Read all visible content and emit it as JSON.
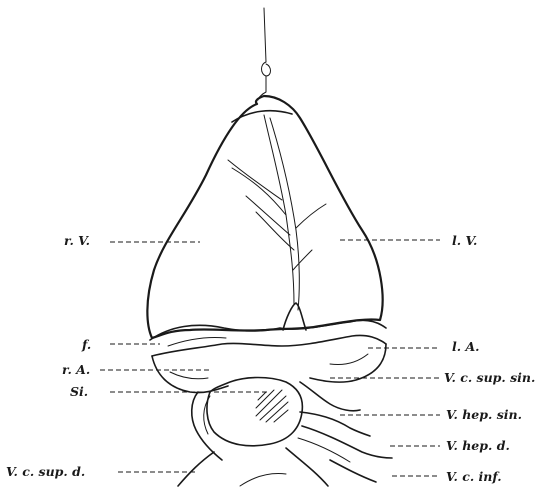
{
  "labels": {
    "right_ventricle": "r. V.",
    "left_ventricle": "l. V.",
    "fat": "f.",
    "left_atrium": "l. A.",
    "vc_sup_sin": "V. c. sup. sin.",
    "right_atrium": "r. A.",
    "sinus": "Si.",
    "v_hep_sin": "V. hep. sin.",
    "v_hep_d": "V. hep. d.",
    "vc_sup_d": "V. c. sup. d.",
    "vc_inf": "V. c. inf."
  }
}
